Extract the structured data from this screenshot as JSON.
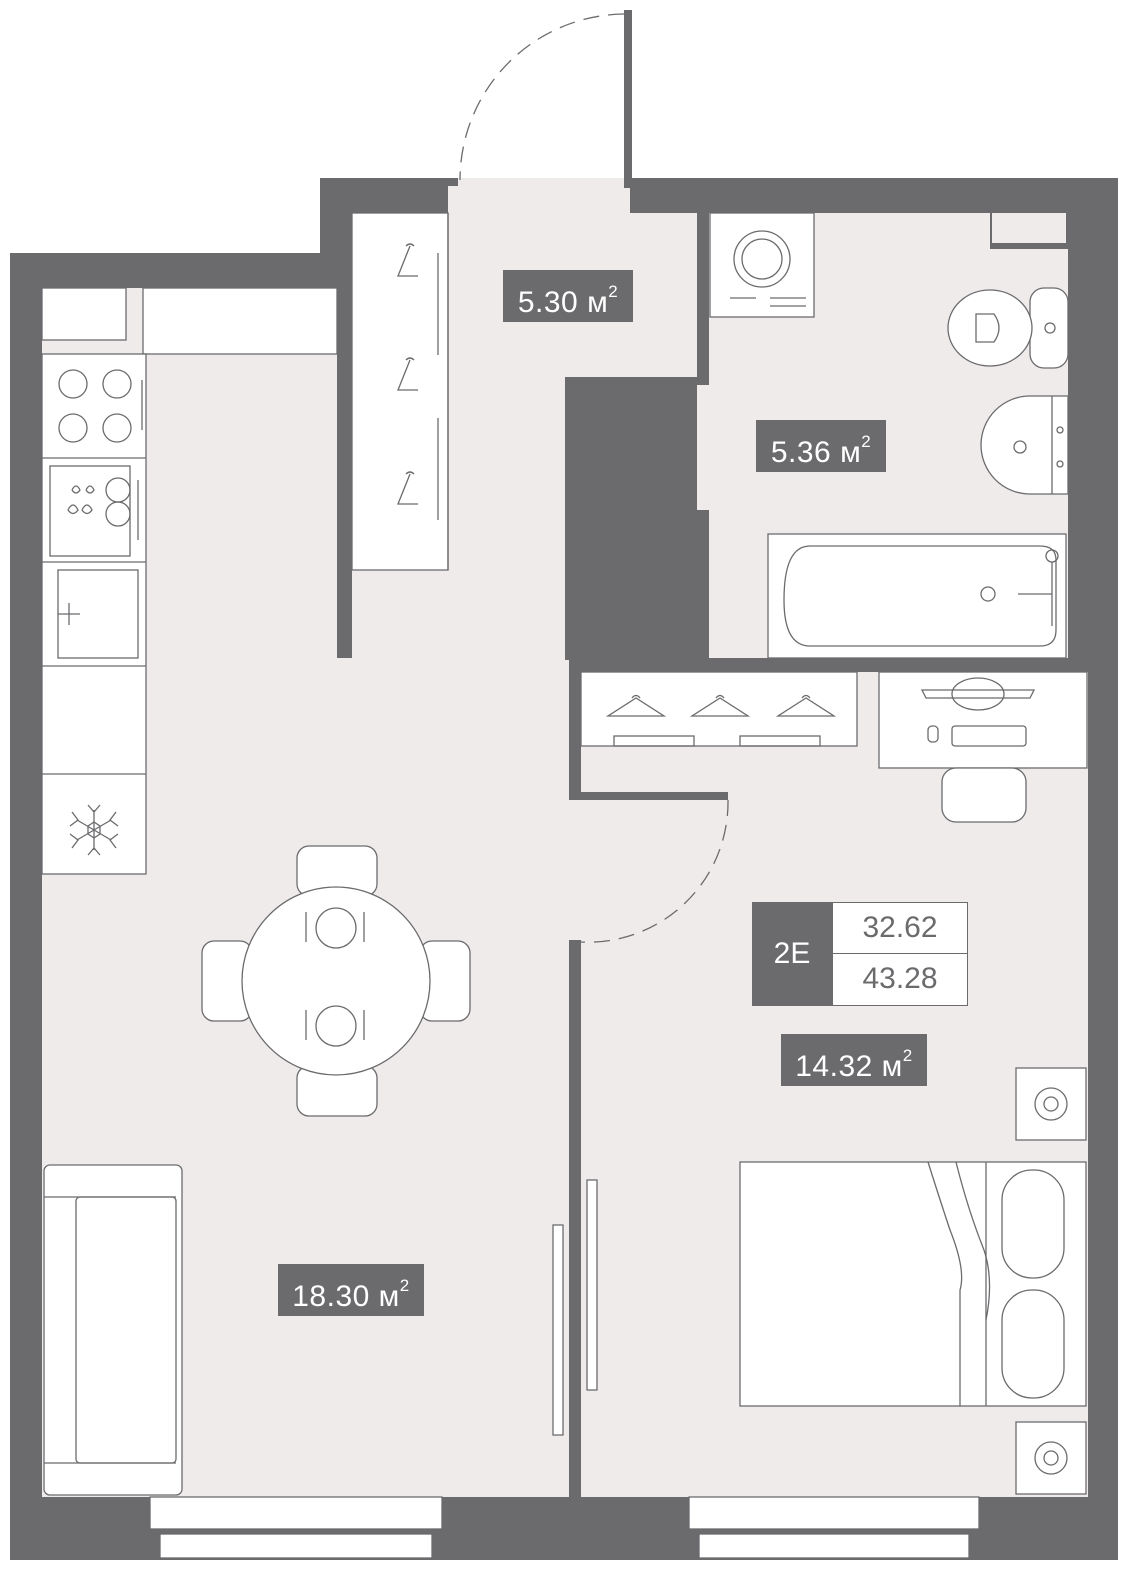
{
  "rooms": {
    "hallway": {
      "area": "5.30",
      "unit": "м",
      "sup": "2"
    },
    "bathroom": {
      "area": "5.36",
      "unit": "м",
      "sup": "2"
    },
    "living_kitchen": {
      "area": "18.30",
      "unit": "м",
      "sup": "2"
    },
    "bedroom": {
      "area": "14.32",
      "unit": "м",
      "sup": "2"
    }
  },
  "apartment": {
    "type": "2E",
    "living_area": "32.62",
    "total_area": "43.28"
  },
  "colors": {
    "wall": "#6b6b6e",
    "floor": "#efebeb",
    "furniture": "#ffffff"
  },
  "icons": [
    "hanger-icon",
    "snowflake-icon",
    "washer-icon",
    "toilet-icon",
    "sink-icon",
    "bathtub-icon",
    "stove-icon",
    "bed-icon",
    "socket-icon",
    "table-icon",
    "sofa-icon"
  ]
}
